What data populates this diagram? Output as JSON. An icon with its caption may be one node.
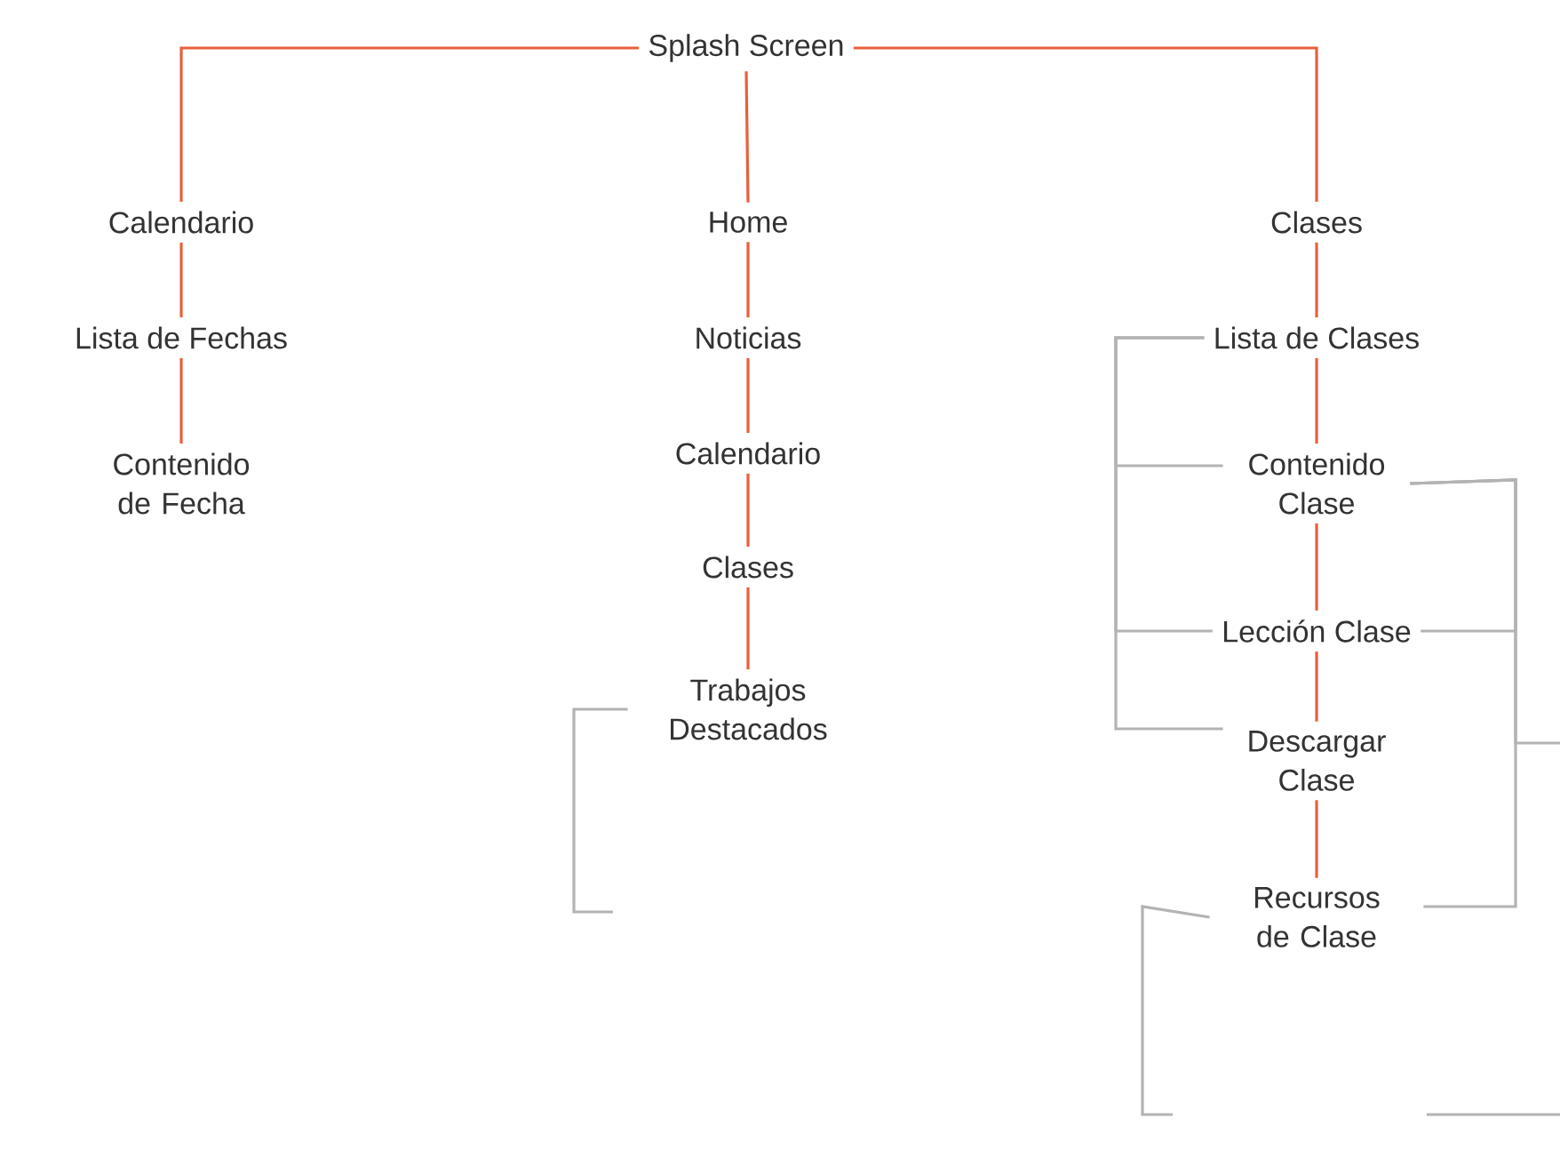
{
  "diagram": {
    "nodes": [
      {
        "text": [
          "Splash Screen"
        ]
      },
      {
        "text": [
          "Calendario"
        ]
      },
      {
        "text": [
          "Lista de Fechas"
        ]
      },
      {
        "text": [
          "Contenido de Fecha"
        ]
      },
      {
        "text": [
          "Home"
        ]
      },
      {
        "text": [
          "Noticias"
        ]
      },
      {
        "text": [
          "Calendario"
        ]
      },
      {
        "text": [
          "Clases"
        ]
      },
      {
        "text": [
          "Trabajos Destacados"
        ]
      },
      {
        "text": [
          "Clases"
        ]
      },
      {
        "text": [
          "Lista de Clases"
        ]
      },
      {
        "text": [
          "Contenido Clase"
        ]
      },
      {
        "text": [
          "Lección Clase"
        ]
      },
      {
        "text": [
          "Descargar Clase"
        ]
      },
      {
        "text": [
          "Recursos de Clase"
        ]
      }
    ],
    "edges": [
      {
        "from": 0,
        "to": 1,
        "arrow": "none"
      },
      {
        "from": 0,
        "to": 4,
        "arrow": "none"
      },
      {
        "from": 0,
        "to": 9,
        "arrow": "none"
      },
      {
        "from": 1,
        "to": 2,
        "arrow": "none"
      },
      {
        "from": 2,
        "to": 3,
        "arrow": "none"
      },
      {
        "from": 4,
        "to": 5,
        "arrow": "none"
      },
      {
        "from": 5,
        "to": 6,
        "arrow": "none"
      },
      {
        "from": 6,
        "to": 7,
        "arrow": "none"
      },
      {
        "from": 7,
        "to": 8,
        "arrow": "none"
      },
      {
        "from": 9,
        "to": 10,
        "arrow": "none"
      },
      {
        "from": 10,
        "to": 11,
        "arrow": "none"
      },
      {
        "from": 11,
        "to": 12,
        "arrow": "none"
      },
      {
        "from": 12,
        "to": 13,
        "arrow": "none"
      },
      {
        "from": 13,
        "to": 14,
        "arrow": "none"
      },
      {
        "from": 8,
        "to": null,
        "arrow": "none",
        "color": "#b3b3b3"
      },
      {
        "from": 10,
        "to": 11,
        "arrow": "none",
        "color": "#b3b3b3"
      },
      {
        "from": 10,
        "to": 12,
        "arrow": "none",
        "color": "#b3b3b3"
      },
      {
        "from": 10,
        "to": 13,
        "arrow": "none",
        "color": "#b3b3b3"
      },
      {
        "from": 11,
        "to": 12,
        "arrow": "none",
        "color": "#b3b3b3"
      },
      {
        "from": 11,
        "to": 14,
        "arrow": "none",
        "color": "#b3b3b3"
      },
      {
        "from": 11,
        "to": null,
        "arrow": "none",
        "color": "#b3b3b3"
      },
      {
        "from": 14,
        "to": null,
        "arrow": "none",
        "color": "#b3b3b3"
      }
    ]
  }
}
